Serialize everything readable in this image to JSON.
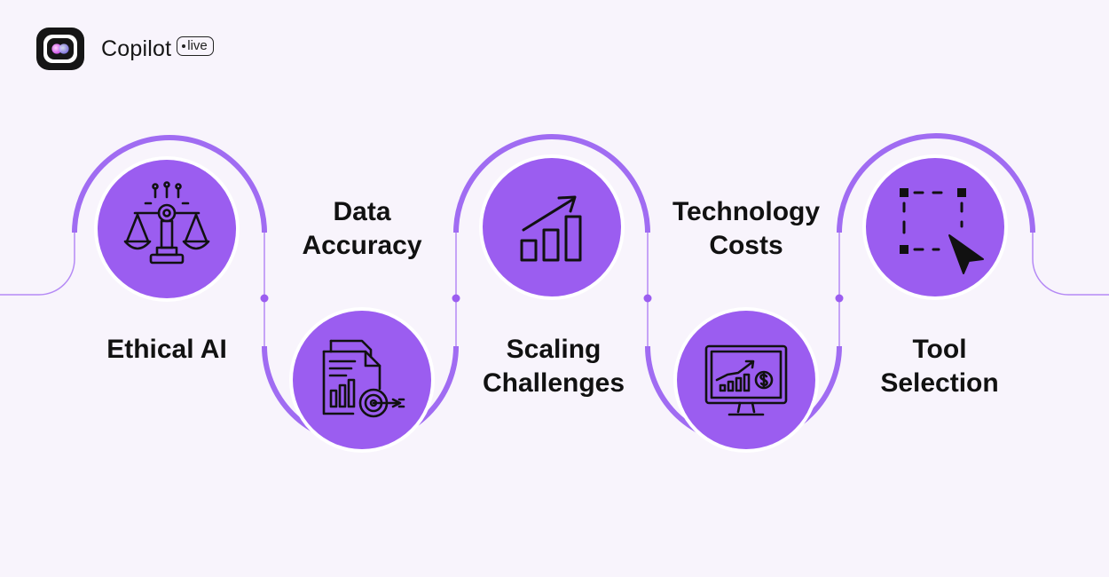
{
  "brand": {
    "name": "Copilot",
    "badge": "live",
    "icon": "copilot-logo-icon"
  },
  "colors": {
    "background": "#f8f4fc",
    "accent": "#9b5df0",
    "track": "#a06cf2",
    "connector": "#b58af5",
    "icon_stroke": "#111111"
  },
  "steps": [
    {
      "label_lines": [
        "Ethical AI"
      ],
      "icon": "scales-of-justice-ai-icon",
      "position": "top"
    },
    {
      "label_lines": [
        "Data",
        "Accuracy"
      ],
      "icon": "document-chart-target-icon",
      "position": "bottom"
    },
    {
      "label_lines": [
        "Scaling",
        "Challenges"
      ],
      "icon": "growth-bar-chart-icon",
      "position": "top"
    },
    {
      "label_lines": [
        "Technology",
        "Costs"
      ],
      "icon": "monitor-cost-chart-icon",
      "position": "bottom"
    },
    {
      "label_lines": [
        "Tool",
        "Selection"
      ],
      "icon": "selection-cursor-icon",
      "position": "top"
    }
  ]
}
